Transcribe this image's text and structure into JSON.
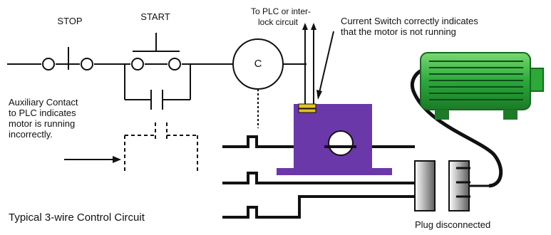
{
  "labels": {
    "stop": "STOP",
    "start": "START",
    "coil": "C",
    "plc_line1": "To PLC or inter-",
    "plc_line2": "lock circuit",
    "current_switch_line1": "Current Switch correctly indicates",
    "current_switch_line2": "that the motor is not running",
    "aux_line1": "Auxiliary Contact",
    "aux_line2": "to PLC indicates",
    "aux_line3": "motor is running",
    "aux_line4": "incorrectly.",
    "circuit_caption": "Typical 3-wire Control Circuit",
    "plug_caption": "Plug disconnected"
  },
  "icons": {
    "motor": "motor-icon",
    "current_switch": "current-switch-icon",
    "plug": "plug-icon"
  },
  "colors": {
    "line": "#111111",
    "motor_green": "#2fa83a",
    "motor_light": "#8fdc86",
    "sensor_purple": "#6a38a8",
    "sensor_tab": "#e6c21e",
    "plug_grey": "#9a9a9a"
  }
}
